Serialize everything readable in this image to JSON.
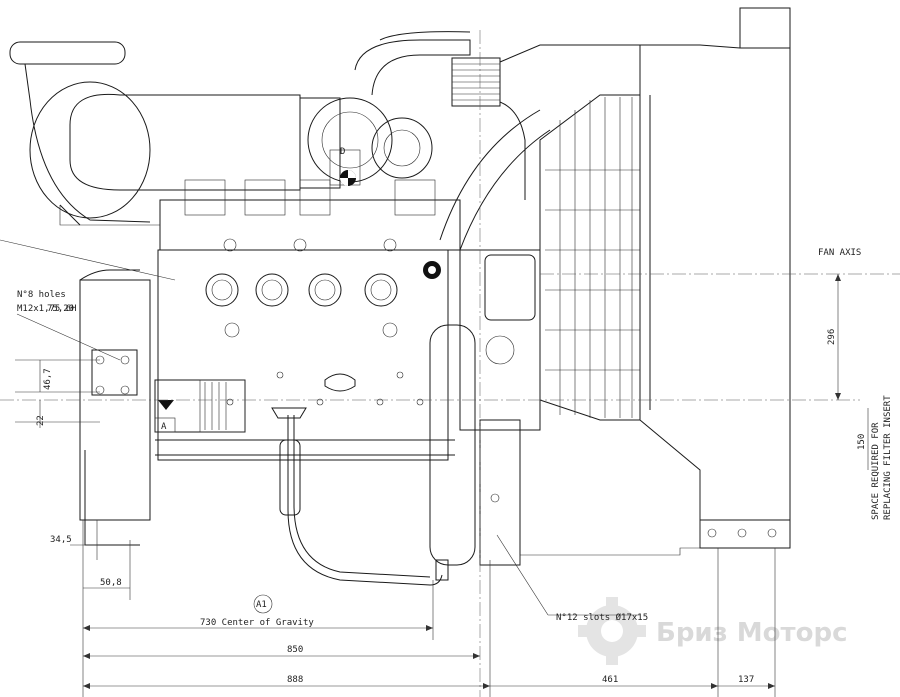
{
  "labels": {
    "fan_axis": "FAN AXIS",
    "holes_line1": "N°8 holes",
    "holes_line2": "M12x1,75 6H",
    "slots": "N°12 slots Ø17x15",
    "center_of_gravity": "730 Center of Gravity",
    "space_line1": "SPACE REQUIRED FOR",
    "space_line2": "REPLACING FILTER INSERT",
    "cg_marker": "A1",
    "marker_a": "A",
    "marker_d": "D"
  },
  "dimensions": {
    "d_296": "296",
    "d_150": "150",
    "d_46_7": "46,7",
    "d_22": "22",
    "d_34_5": "34,5",
    "d_50_8": "50,8",
    "d_730": "730",
    "d_850": "850",
    "d_888": "888",
    "d_461": "461",
    "d_137": "137",
    "d_75_20": "75,20"
  },
  "watermark": {
    "text": "Бриз Моторс"
  }
}
